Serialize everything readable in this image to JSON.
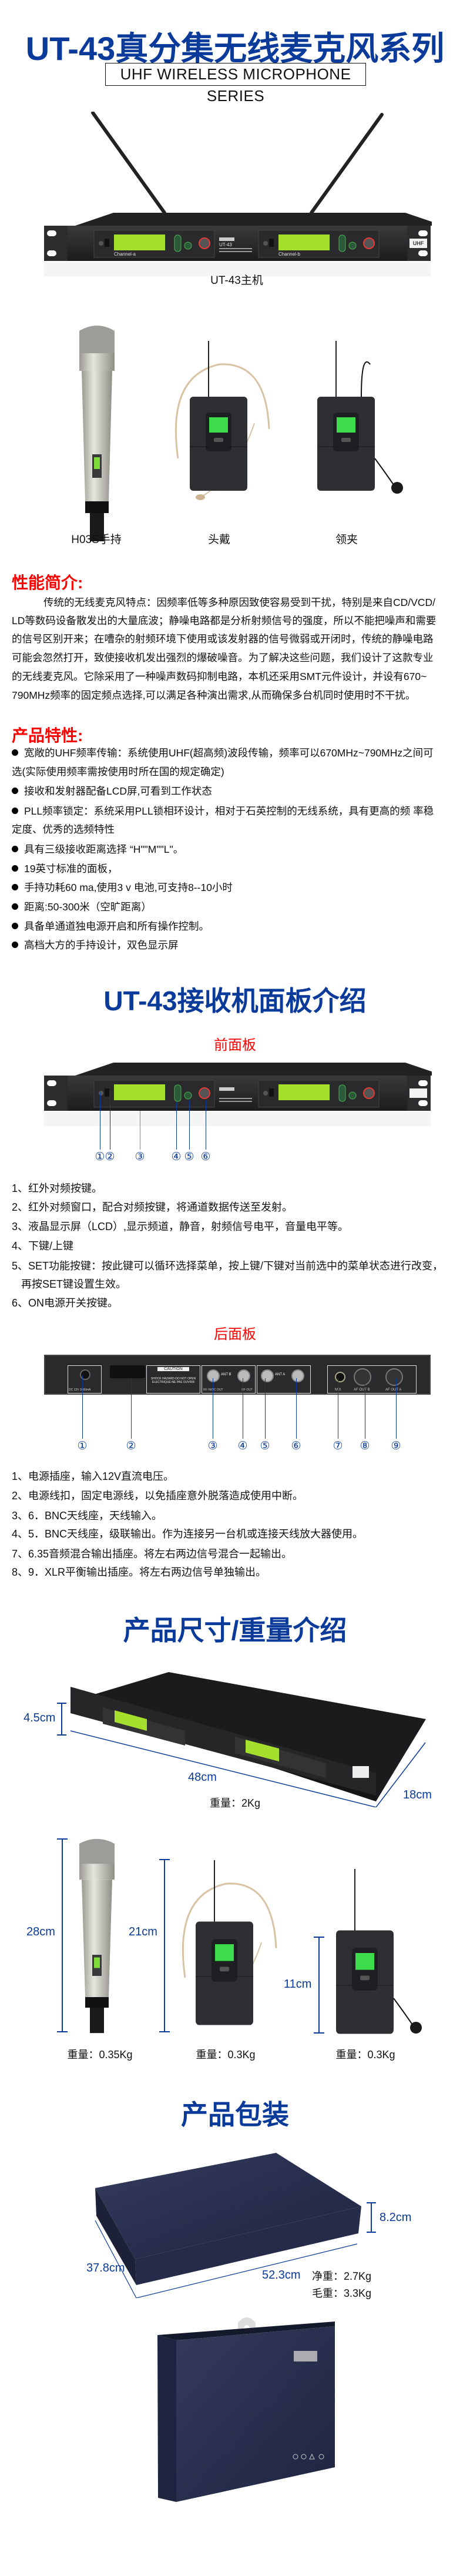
{
  "header": {
    "title": "UT-43真分集无线麦克风系列",
    "subtitle": "UHF WIRELESS MICROPHONE SERIES"
  },
  "main_unit": {
    "caption": "UT-43主机",
    "badge": "UHF",
    "channel_a": "Channel-a",
    "channel_b": "Channel-b",
    "model_label": "UT-43"
  },
  "transmitters": [
    {
      "caption": "H03S手持"
    },
    {
      "caption": "头戴"
    },
    {
      "caption": "领夹"
    }
  ],
  "performance": {
    "heading": "性能简介:",
    "lines": [
      "传统的无线麦克风特点：因频率低等多种原因致使容易受到干扰，特别是来自CD/VCD/",
      "LD等数码设备散发出的大量底波；静噪电路都是分析射频信号的强度，所以不能把噪声和需要",
      "的信号区别开来；在嘈杂的射频环境下使用或该发射器的信号微弱或开闭时，传统的静噪电路",
      "可能会忽然打开，致使接收机发出强烈的爆破噪音。为了解决这些问题，我们设计了这款专业",
      "的无线麦克风。它除采用了一种噪声数码抑制电路，本机还采用SMT元件设计，并设有670~",
      "790MHz频率的固定频点选择,可以满足各种演出需求,从而确保多台机同时使用时不干扰。"
    ]
  },
  "features": {
    "heading": "产品特性:",
    "lines": [
      "宽敞的UHF频率传输：系统使用UHF(超高频)波段传输，频率可以670MHz~790MHz之间可",
      "选(实际使用频率需按使用时所在国的规定确定)",
      "接收和发射器配备LCD屏,可看到工作状态",
      "PLL频率锁定：系统采用PLL锁相环设计，相对于石英控制的无线系统，具有更高的频 率稳",
      "定度、优秀的选频特性",
      "具有三级接收距离选择 “H\"\"M\"\"L\"。",
      "19英寸标准的面板，",
      "手持功耗60 ma,使用3 v 电池,可支持8--10小时",
      "距离:50-300米（空旷距离）",
      "具备单通道独电源开启和所有操作控制。",
      "高档大方的手持设计，双色显示屏"
    ]
  },
  "panel_intro": {
    "title": "UT-43接收机面板介绍",
    "front": {
      "heading": "前面板",
      "callouts": [
        "①",
        "②",
        "③",
        "④",
        "⑤",
        "⑥"
      ],
      "items": [
        "1、红外对频按键。",
        "2、红外对频窗口，配合对频按键，将通道数据传送至发射。",
        "3、液晶显示屏（LCD）,显示频道，静音，射频信号电平，音量电平等。",
        "4、下键/上键",
        "5、SET功能按键：按此键可以循环选择菜单，按上键/下键对当前选中的菜单状态进行改变，",
        "再按SET键设置生效。",
        "6、ON电源开关按键。"
      ]
    },
    "rear": {
      "heading": "后面板",
      "callouts": [
        "①",
        "②",
        "③",
        "④",
        "⑤",
        "⑥",
        "⑦",
        "⑧",
        "⑨"
      ],
      "labels": {
        "dc": "DC 12V 1000mA",
        "caution": "CAUTION",
        "shock1": "SHOCK HAZARD-DO NOT OPEN",
        "shock2": "ELECTRIQUE-NE PAS OUVRIR",
        "ant_b": "ANT B",
        "ant_a": "ANT A",
        "rf_in": "RF IN/DC OUT",
        "rf_out": "RF OUT",
        "mix": "MIX",
        "af_out_b": "AF OUT B",
        "af_out_a": "AF OUT A"
      },
      "items": [
        "1、电源插座，输入12V直流电压。",
        "2、电源线扣，固定电源线，以免插座意外脱落造成使用中断。",
        "3、6．BNC天线座，天线输入。",
        "4、5．BNC天线座，级联输出。作为连接另一台机或连接天线放大器使用。",
        "7、6.35音频混合输出插座。将左右两边信号混合一起输出。",
        "8、9．XLR平衡输出插座。将左右两边信号单独输出。"
      ]
    }
  },
  "dimensions": {
    "title": "产品尺寸/重量介绍",
    "receiver": {
      "height": "4.5cm",
      "width": "48cm",
      "depth": "18cm",
      "weight": "重量：2Kg"
    },
    "handheld": {
      "height": "28cm",
      "weight": "重量：0.35Kg"
    },
    "headset": {
      "height": "21cm",
      "weight": "重量：0.3Kg"
    },
    "lavalier": {
      "height": "11cm",
      "weight": "重量：0.3Kg"
    }
  },
  "packaging": {
    "title": "产品包装",
    "height": "8.2cm",
    "depth": "37.8cm",
    "width": "52.3cm",
    "net_weight": "净重：2.7Kg",
    "gross_weight": "毛重：3.3Kg"
  },
  "colors": {
    "title_blue": "#0a3a9a",
    "heading_red": "#ff0000",
    "lcd_green": "#a6e02e",
    "box_navy": "#2a3050"
  }
}
